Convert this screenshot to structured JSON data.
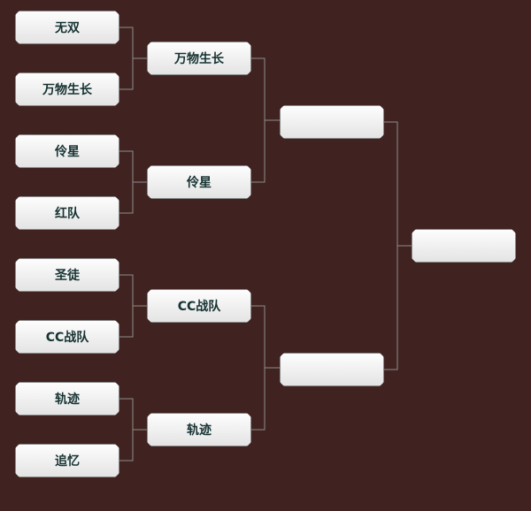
{
  "colors": {
    "background": "#402321",
    "connector": "#8c8c8c",
    "slot_text": "#163232"
  },
  "rounds": [
    [
      "无双",
      "万物生长",
      "伶星",
      "红队",
      "圣徒",
      "CC战队",
      "轨迹",
      "追忆"
    ],
    [
      "万物生长",
      "伶星",
      "CC战队",
      "轨迹"
    ],
    [
      "",
      ""
    ],
    [
      ""
    ]
  ]
}
